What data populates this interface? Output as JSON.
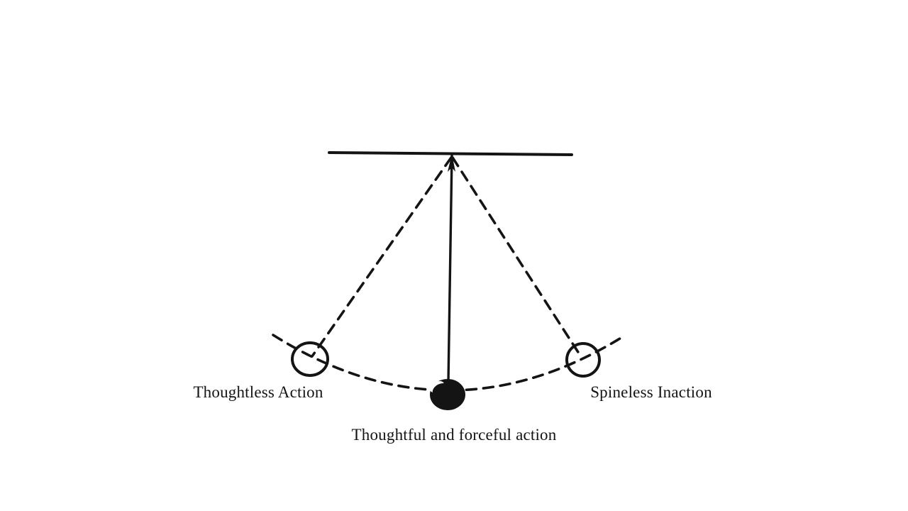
{
  "diagram": {
    "type": "pendulum-swing-diagram",
    "labels": {
      "left": "Thoughtless Action",
      "center": "Thoughtful and forceful action",
      "right": "Spineless Inaction"
    },
    "elements": {
      "support_bar": "horizontal ceiling bar",
      "pivot": "pendulum pivot point",
      "rest_position": "solid black bob at center (rest position)",
      "left_extreme": "open circle bob at left swing extreme",
      "right_extreme": "open circle bob at right swing extreme",
      "swing_arc": "dashed arc through the three bob positions"
    },
    "colors": {
      "ink": "#141414",
      "background": "#ffffff"
    }
  }
}
